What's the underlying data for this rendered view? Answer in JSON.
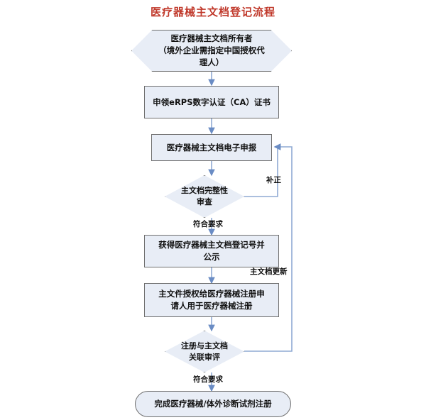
{
  "diagram": {
    "title": "医疗器械主文档登记流程",
    "title_color": "#c0392b",
    "node_fill": "#e8edf6",
    "node_stroke": "#6f6f6f",
    "connector_color": "#8faad4",
    "nodes": [
      {
        "id": "owner",
        "shape": "hexagon",
        "text": "医疗器械主文档所有者\n（境外企业需指定中国授权代\n理人）"
      },
      {
        "id": "ca-cert",
        "shape": "rect",
        "text": "申领eRPS数字认证（CA）证书"
      },
      {
        "id": "e-submission",
        "shape": "rect",
        "text": "医疗器械主文档电子申报"
      },
      {
        "id": "completeness-review",
        "shape": "diamond",
        "text": "主文档完整性\n审查"
      },
      {
        "id": "registration-number",
        "shape": "rect",
        "text": "获得医疗器械主文档登记号并\n公示"
      },
      {
        "id": "authorization",
        "shape": "rect",
        "text": "主文件授权给医疗器械注册申\n请人用于医疗器械注册"
      },
      {
        "id": "linkage-review",
        "shape": "diamond",
        "text": "注册与主文档\n关联审评"
      },
      {
        "id": "complete",
        "shape": "terminator",
        "text": "完成医疗器械/体外诊断试剂注册"
      }
    ],
    "edge_labels": [
      {
        "id": "supplement",
        "text": "补正"
      },
      {
        "id": "meets-requirements-1",
        "text": "符合要求"
      },
      {
        "id": "masterfile-update",
        "text": "主文档更新"
      },
      {
        "id": "meets-requirements-2",
        "text": "符合要求"
      }
    ]
  }
}
